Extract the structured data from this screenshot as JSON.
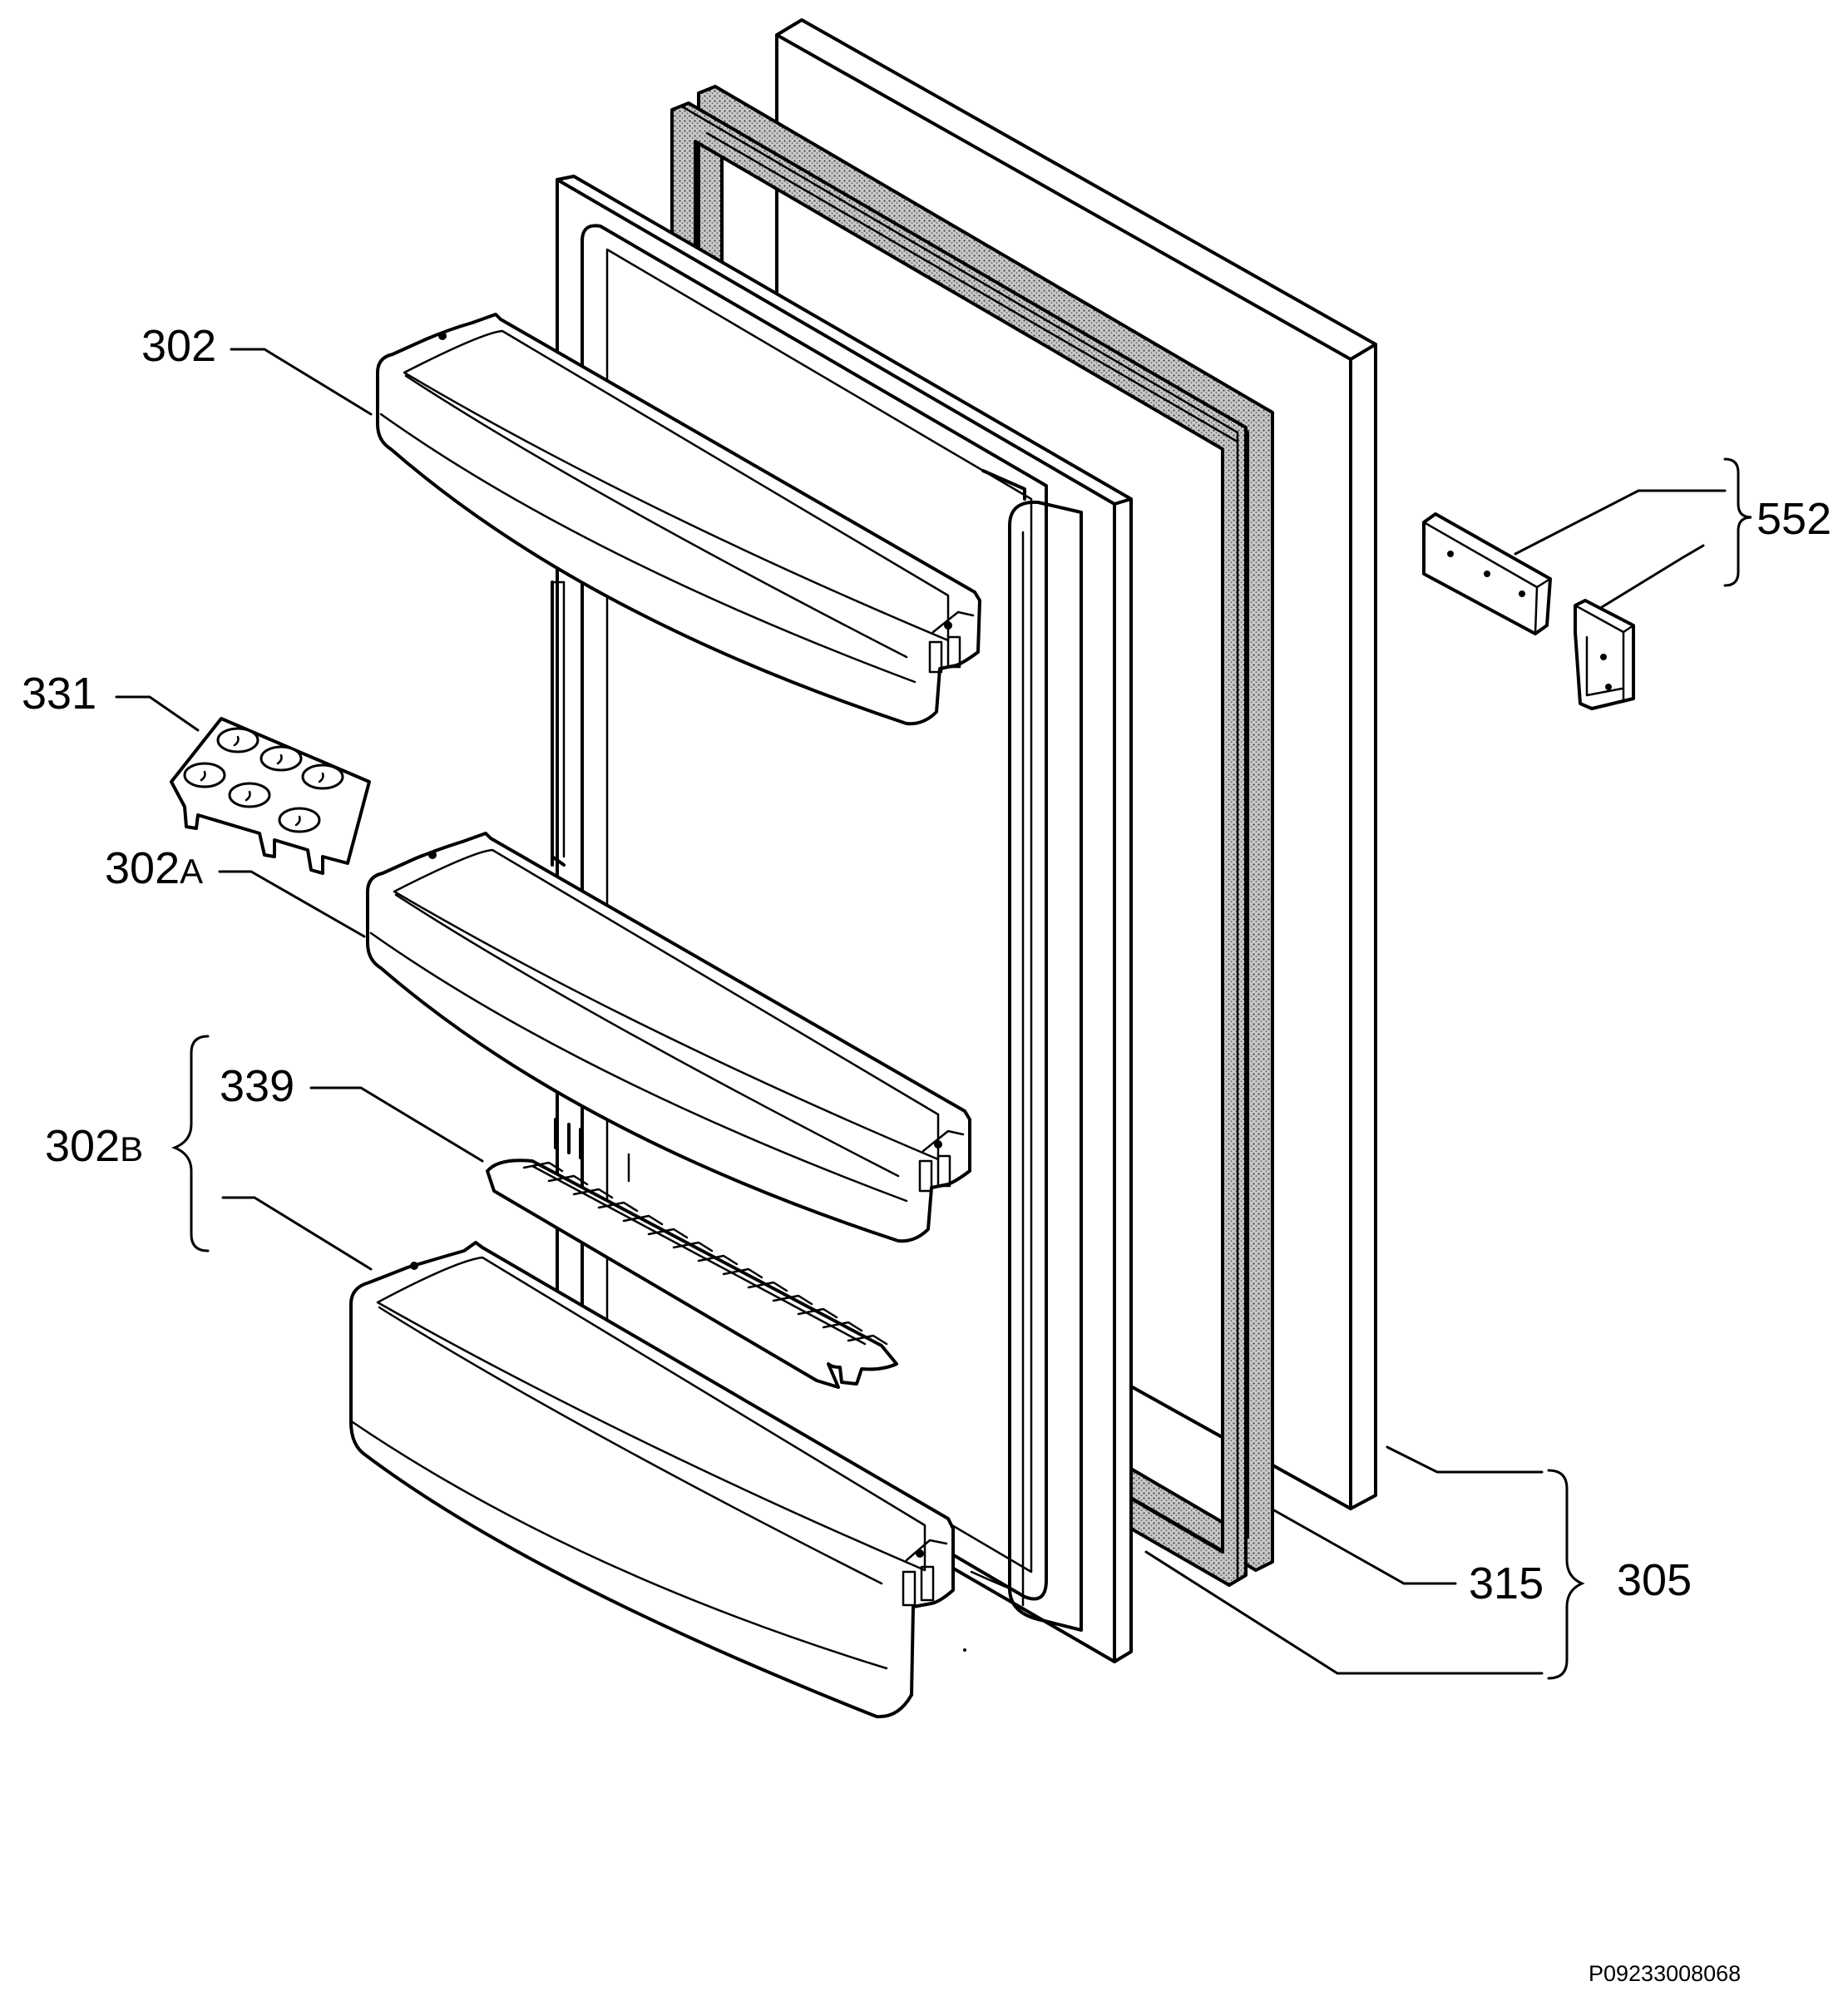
{
  "labels": {
    "part_302": "302",
    "part_331": "331",
    "part_302A_num": "302",
    "part_302A_suffix": "A",
    "part_339": "339",
    "part_302B_num": "302",
    "part_302B_suffix": "B",
    "part_552": "552",
    "part_315": "315",
    "part_305": "305"
  },
  "drawing_code": "P09233008068",
  "colors": {
    "line": "#000000",
    "gasket_texture": "#9a9a9a",
    "background": "#ffffff"
  }
}
